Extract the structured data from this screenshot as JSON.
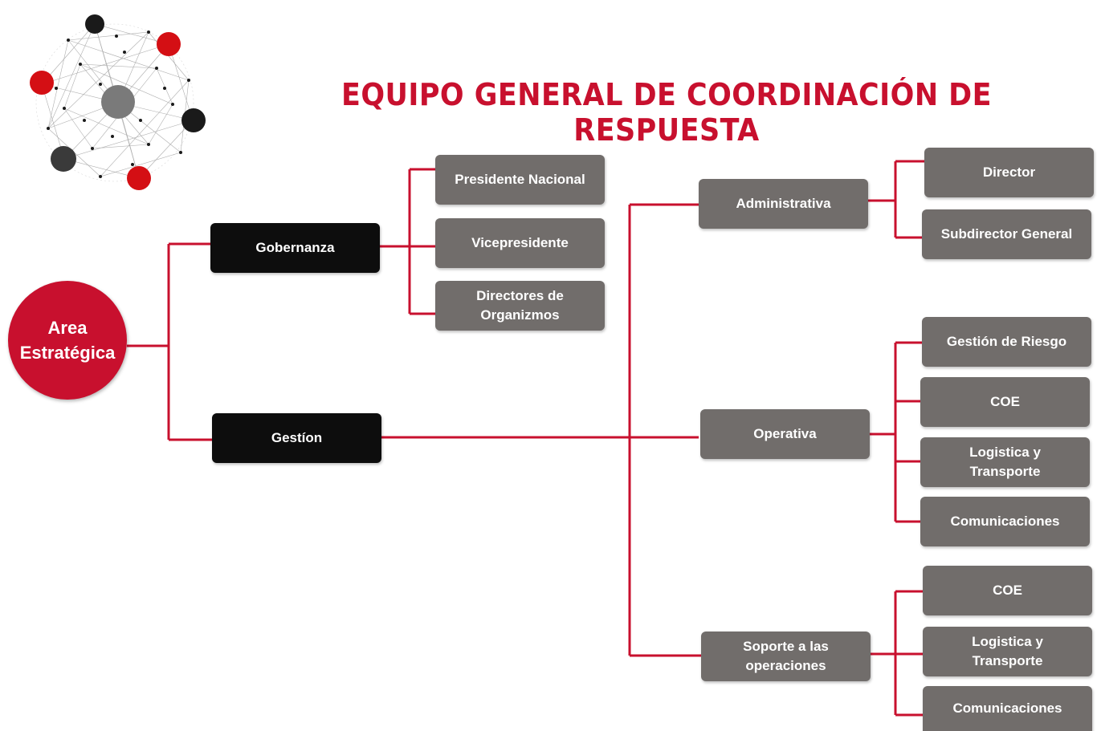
{
  "title": "EQUIPO GENERAL DE COORDINACIÓN DE RESPUESTA",
  "colors": {
    "accent": "#c8102e",
    "dark_box": "#0d0d0d",
    "gray_box": "#716d6b",
    "connector": "#c8102e"
  },
  "root": {
    "label": "Area\nEstratégica"
  },
  "governance": {
    "label": "Gobernanza",
    "children": [
      "Presidente Nacional",
      "Vicepresidente",
      "Directores de\nOrganizmos"
    ]
  },
  "management": {
    "label": "Gestíon",
    "groups": [
      {
        "label": "Administrativa",
        "children": [
          "Director",
          "Subdirector General"
        ]
      },
      {
        "label": "Operativa",
        "children": [
          "Gestión de Riesgo",
          "COE",
          "Logistica y\nTransporte",
          "Comunicaciones"
        ]
      },
      {
        "label": "Soporte a las\noperaciones",
        "children": [
          "COE",
          "Logistica y\nTransporte",
          "Comunicaciones"
        ]
      }
    ]
  }
}
